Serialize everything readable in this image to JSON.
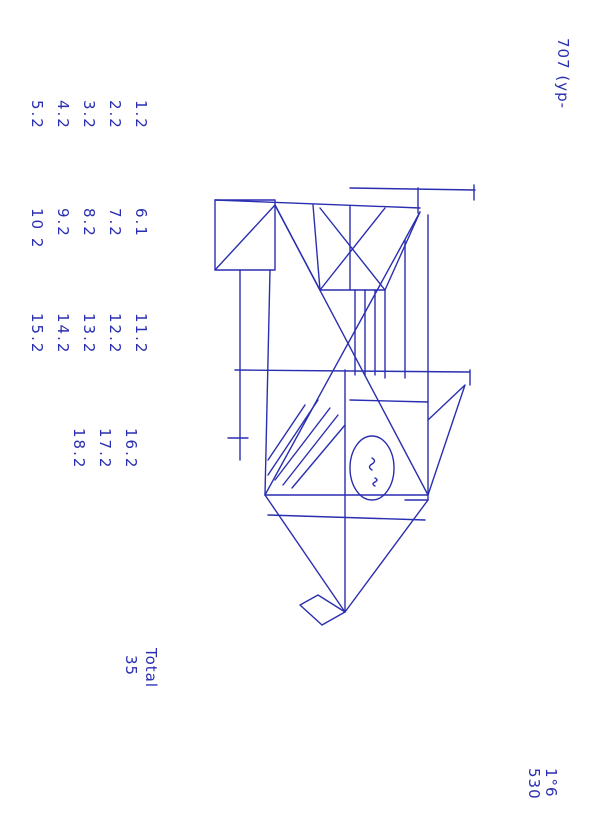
{
  "header": {
    "title": "707 (yp-"
  },
  "columns": [
    [
      "1.2",
      "2.2",
      "3.2",
      "4.2",
      "5.2"
    ],
    [
      "6.1",
      "7.2",
      "8.2",
      "9.2",
      "10 2"
    ],
    [
      "11.2",
      "12.2",
      "13.2",
      "14.2",
      "15.2"
    ],
    [
      "16.2",
      "17.2",
      "18.2"
    ]
  ],
  "total": {
    "label": "Total",
    "value": "35"
  },
  "footer": {
    "line1": "1°6",
    "line2": "530"
  },
  "ink_color": "#2a2fb0"
}
